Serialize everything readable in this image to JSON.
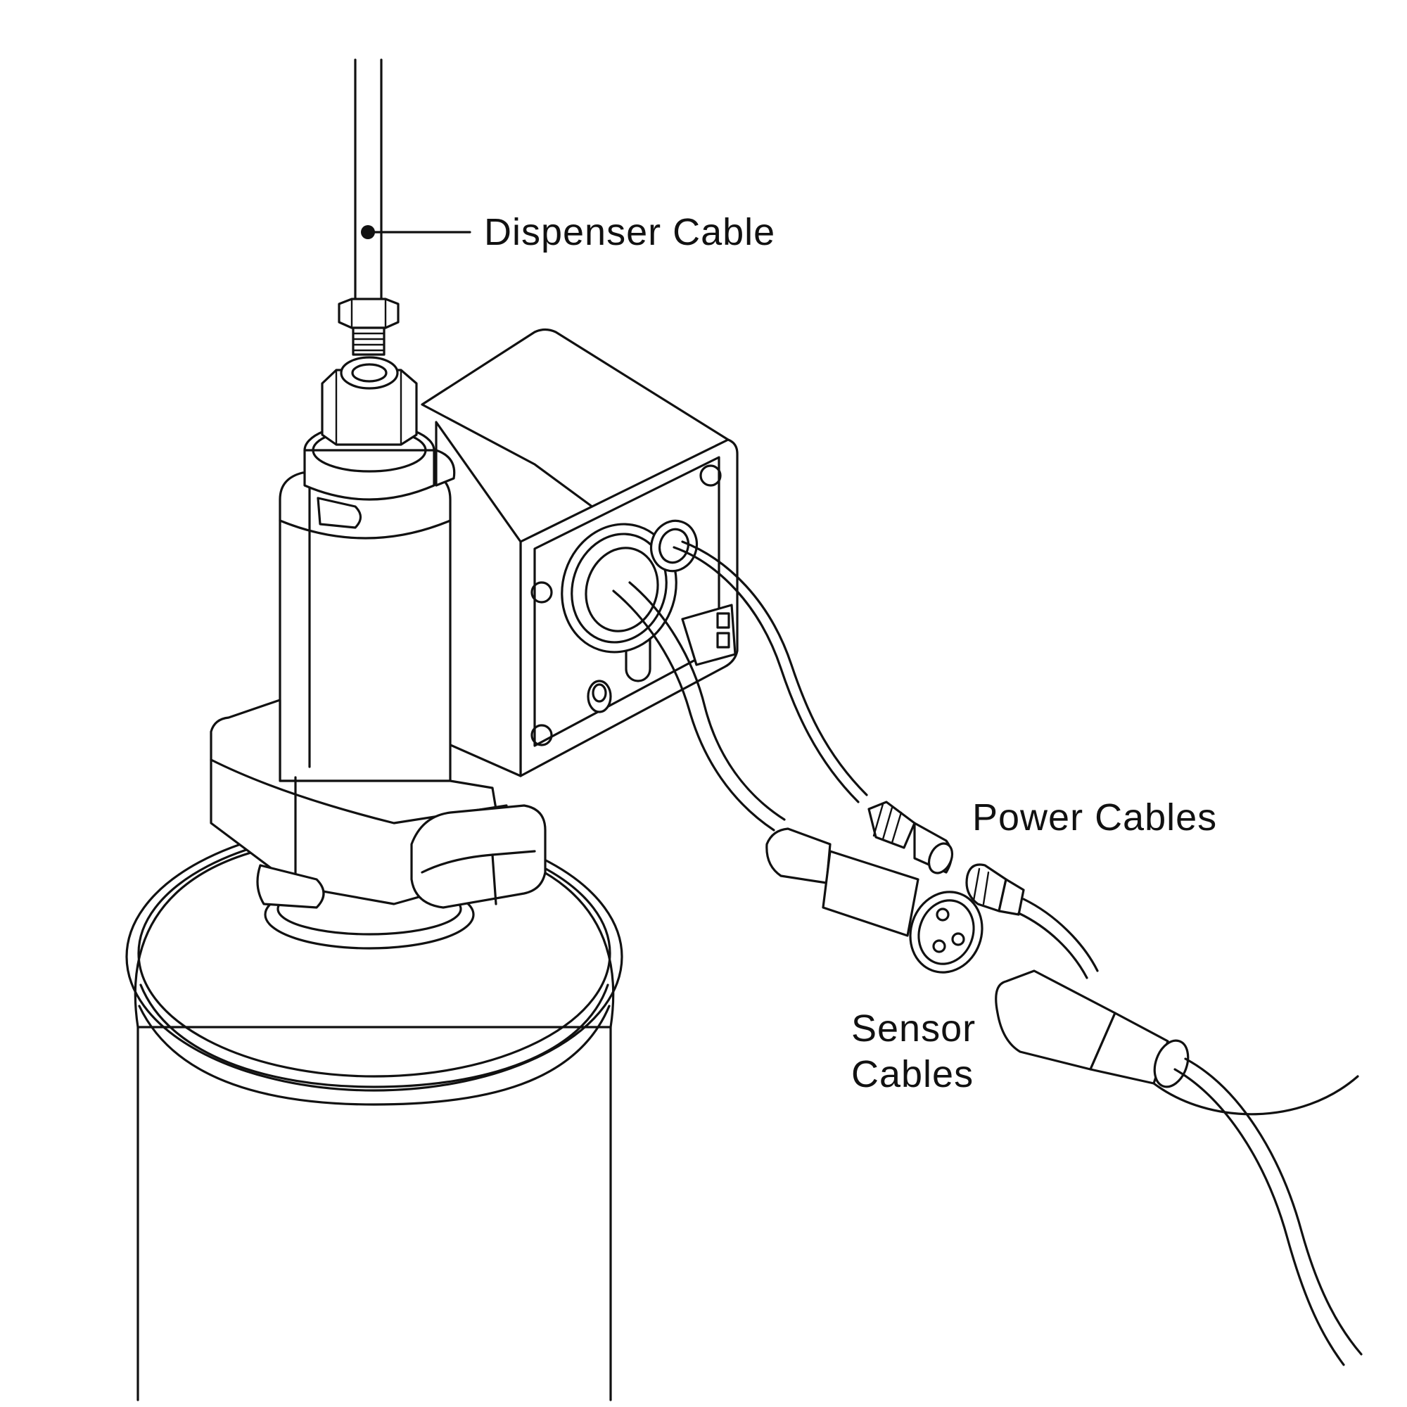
{
  "labels": {
    "dispenser_cable": "Dispenser Cable",
    "power_cables": "Power Cables",
    "sensor_cables_line1": "Sensor",
    "sensor_cables_line2": "Cables"
  },
  "colors": {
    "line": "#111111",
    "background": "#ffffff"
  }
}
